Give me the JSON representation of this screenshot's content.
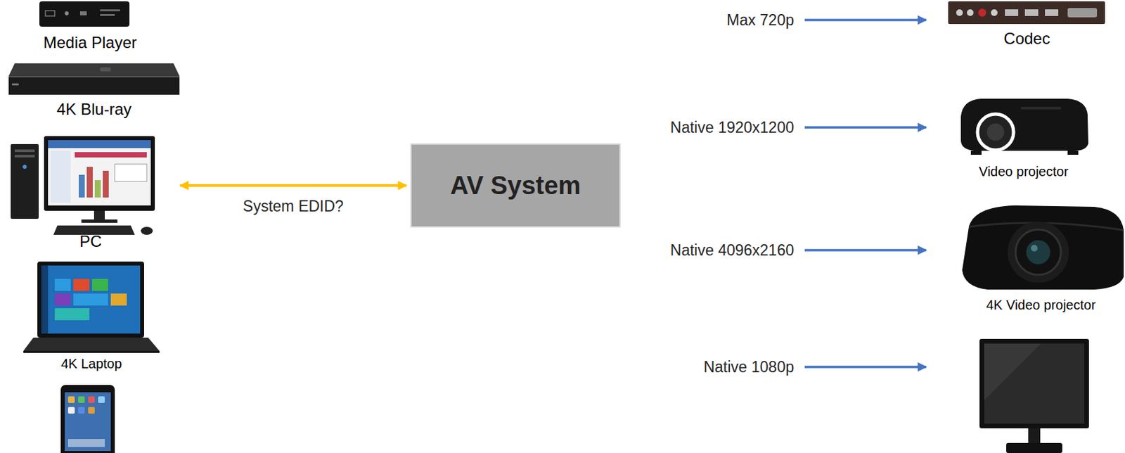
{
  "diagram": {
    "nodes": [
      {
        "text": [
          "Media Player"
        ]
      },
      {
        "text": [
          "4K Blu-ray"
        ]
      },
      {
        "text": [
          "PC"
        ]
      },
      {
        "text": [
          "4K Laptop"
        ]
      },
      {
        "text": [
          "AV System"
        ]
      },
      {
        "text": [
          "Codec"
        ]
      },
      {
        "text": [
          "Video projector"
        ]
      },
      {
        "text": [
          "4K Video projector"
        ]
      }
    ],
    "edges": [
      {
        "from": 2,
        "to": 4,
        "label": "System EDID?",
        "arrow": "both"
      }
    ],
    "labels": [
      "Max 720p",
      "Native 1920x1200",
      "Native 4096x2160",
      "Native 1080p"
    ]
  }
}
